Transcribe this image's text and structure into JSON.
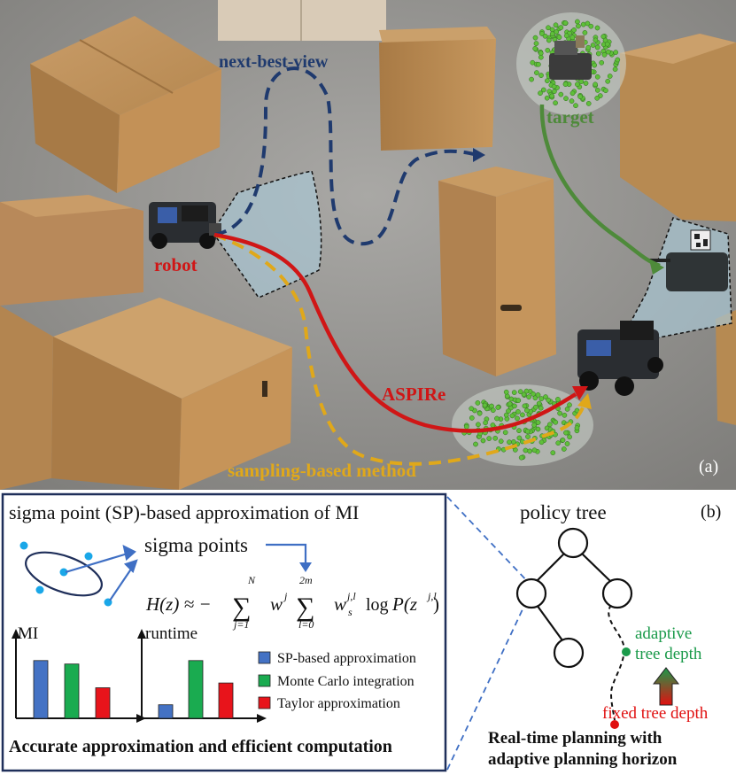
{
  "panel_a": {
    "tag": "(a)",
    "labels": {
      "next_best_view": "next-best-view",
      "target": "target",
      "robot": "robot",
      "aspire": "ASPIRe",
      "sampling": "sampling-based method"
    },
    "colors": {
      "next_best_view": "#1f3a6e",
      "target": "#4e8a3a",
      "aspire": "#d01616",
      "sampling": "#e0a81a",
      "floor": "#8e8d8b",
      "box": "#b68a5a",
      "particles": "#5fbf3a"
    }
  },
  "panel_b": {
    "tag": "(b)",
    "box_title": "sigma point (SP)-based approximation of MI",
    "sigma_points_label": "sigma points",
    "formula": {
      "lhs": "H(z) ≈ −",
      "sum1_top": "N",
      "sum1_bottom": "j=1",
      "w": "w",
      "w_sup": "j",
      "sum2_top": "2m",
      "sum2_bottom": "l=0",
      "ws": "w",
      "ws_sub": "s",
      "ws_sup": "j,l",
      "log": "log",
      "p": "P(z",
      "p_sup": "j,l",
      "close": ")"
    },
    "mi_chart_label": "MI",
    "runtime_chart_label": "runtime",
    "legend": [
      {
        "label": "SP-based approximation",
        "color": "#4472c4"
      },
      {
        "label": "Monte Carlo integration",
        "color": "#1aab50"
      },
      {
        "label": "Taylor approximation",
        "color": "#e8141b"
      }
    ],
    "box_caption": "Accurate approximation and efficient computation",
    "policy_tree_title": "policy tree",
    "adaptive_label": [
      "adaptive",
      "tree depth"
    ],
    "fixed_label": "fixed tree depth",
    "caption_right": [
      "Real-time planning with",
      "adaptive planning horizon"
    ],
    "colors": {
      "box_border": "#1f2f5a",
      "arrow": "#3f6fc4",
      "sigma_dot": "#1aa7e8",
      "adaptive": "#1a9a4a",
      "fixed": "#e01010"
    }
  },
  "chart_data": [
    {
      "type": "bar",
      "categories": [
        "SP-based approximation",
        "Monte Carlo integration",
        "Taylor approximation"
      ],
      "values": [
        0.85,
        0.8,
        0.45
      ],
      "title": "",
      "xlabel": "",
      "ylabel": "MI",
      "ylim": [
        0,
        1.2
      ]
    },
    {
      "type": "bar",
      "categories": [
        "SP-based approximation",
        "Monte Carlo integration",
        "Taylor approximation"
      ],
      "values": [
        0.2,
        0.85,
        0.52
      ],
      "title": "",
      "xlabel": "",
      "ylabel": "runtime",
      "ylim": [
        0,
        1.2
      ]
    }
  ]
}
